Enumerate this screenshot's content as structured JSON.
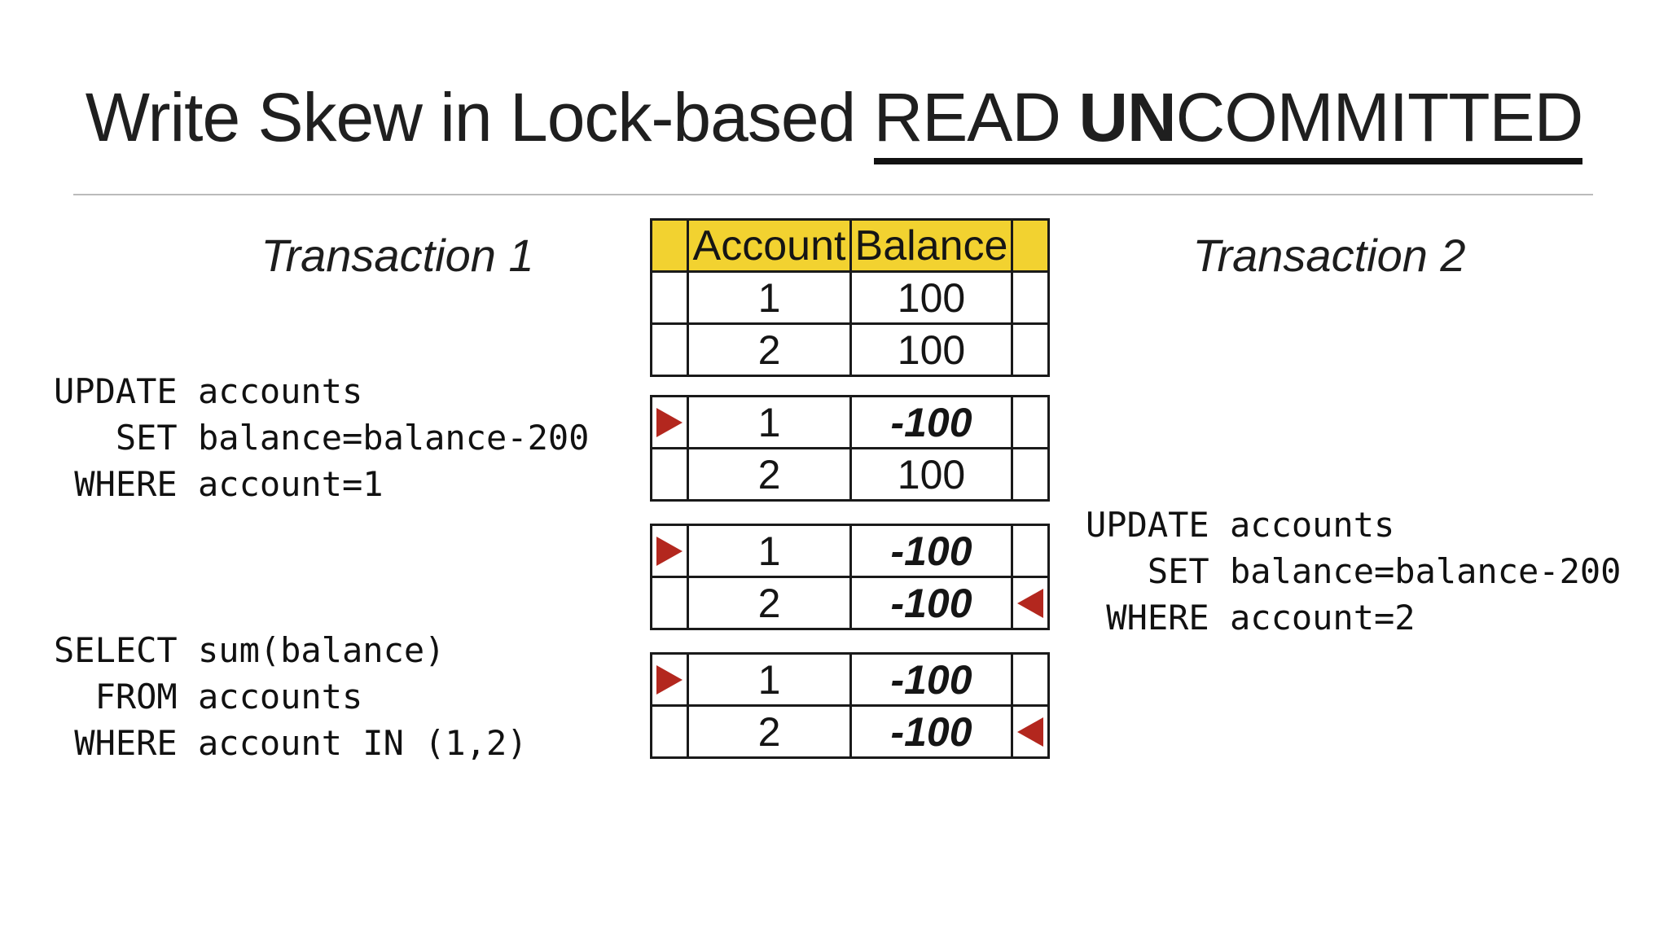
{
  "title": {
    "prefix": "Write Skew in Lock-based ",
    "read": "READ ",
    "un_emphasis": "UN",
    "committed": "COMMITTED"
  },
  "headings": {
    "transaction1": "Transaction 1",
    "transaction2": "Transaction 2"
  },
  "transaction1_sql": {
    "update_block": "UPDATE accounts\n   SET balance=balance-200\n WHERE account=1",
    "select_block": "SELECT sum(balance)\n  FROM accounts\n WHERE account IN (1,2)"
  },
  "transaction2_sql": {
    "update_block": "UPDATE accounts\n   SET balance=balance-200\n WHERE account=2"
  },
  "ledger": {
    "header": {
      "account": "Account",
      "balance": "Balance"
    },
    "states": [
      {
        "rows": [
          {
            "account": "1",
            "balance": "100"
          },
          {
            "account": "2",
            "balance": "100"
          }
        ]
      },
      {
        "rows": [
          {
            "account": "1",
            "balance": "-100"
          },
          {
            "account": "2",
            "balance": "100"
          }
        ]
      },
      {
        "rows": [
          {
            "account": "1",
            "balance": "-100"
          },
          {
            "account": "2",
            "balance": "-100"
          }
        ]
      },
      {
        "rows": [
          {
            "account": "1",
            "balance": "-100"
          },
          {
            "account": "2",
            "balance": "-100"
          }
        ]
      }
    ]
  },
  "icons": {
    "t1_pointer": "red-right-triangle",
    "t2_pointer": "red-left-triangle"
  },
  "colors": {
    "header_yellow": "#F2D230",
    "arrow_red": "#B3271E",
    "border_black": "#1A1A1A",
    "divider_gray": "#BBBBBB"
  }
}
